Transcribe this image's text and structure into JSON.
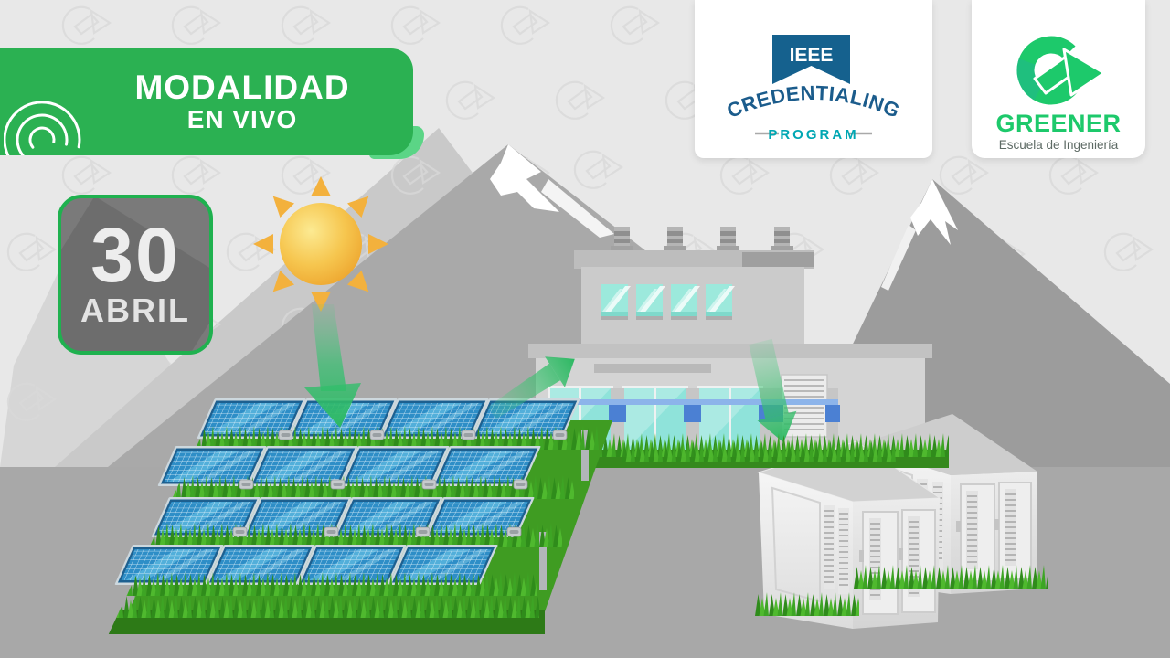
{
  "banner": {
    "title": "MODALIDAD",
    "subtitle": "EN VIVO",
    "icon": "broadcast-waves-icon"
  },
  "date_badge": {
    "day": "30",
    "month": "ABRIL"
  },
  "ieee_card": {
    "flag": "IEEE",
    "arc_text": "CREDENTIALING",
    "program_text": "PROGRAM"
  },
  "greener_card": {
    "brand": "GREENER",
    "subtitle": "Escuela de Ingeniería",
    "icon": "greener-g-arrow-logo"
  },
  "scene": {
    "description": "Solar energy illustration: sun shines on a solar panel field, energy flows to an industrial building and to battery storage containers, gray mountains with snow caps behind, G-logo watermarks in the sky",
    "elements": [
      "sun-icon",
      "arrow-sun-to-panels",
      "arrow-panels-to-building",
      "arrow-building-to-storage",
      "solar-panel-field",
      "factory-building",
      "battery-storage-units",
      "mountains",
      "grass",
      "greener-g-watermark"
    ]
  },
  "colors": {
    "banner_green": "#2bb152",
    "fold_green": "#5bd586",
    "badge_border_green": "#1fb14f",
    "badge_gray": "#7a7a7a",
    "arrow_green": "#2eb863",
    "panel_blue": "#2e8ec7",
    "glass_cyan": "#8fe3da",
    "grass_green": "#46a426",
    "sky_gray": "#e8e8e8",
    "ground_gray": "#a8a8a8",
    "mountain_gray": "#a9a9a9",
    "snow_white": "#ffffff",
    "ieee_blue": "#15618e",
    "ieee_teal": "#00a7b3",
    "greener_green": "#1dc96b",
    "sun_gold": "#f0ad33",
    "watermark_gray": "#d9d9d9"
  }
}
